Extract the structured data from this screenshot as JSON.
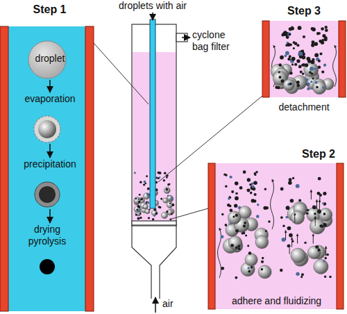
{
  "diagram": {
    "nodes": [
      {
        "text": [
          "Step 1"
        ]
      },
      {
        "text": [
          "droplet"
        ],
        "in": 0
      },
      {
        "text": [
          "evaporation"
        ],
        "in": 0
      },
      {
        "text": [
          "precipitation"
        ],
        "in": 0
      },
      {
        "text": [
          "drying pyrolysis"
        ],
        "in": 0
      },
      {
        "text": [
          "Step 3",
          "detachment"
        ]
      },
      {
        "text": [
          "Step 2",
          "adhere and fluidizing"
        ]
      }
    ],
    "edges": [
      {
        "from": 1,
        "to": 2,
        "arrow": "to"
      },
      {
        "from": 2,
        "to": 3,
        "arrow": "to"
      },
      {
        "from": 3,
        "to": 4,
        "arrow": "to"
      }
    ],
    "labels": [
      "droplets with air",
      "cyclone bag filter",
      "air"
    ]
  }
}
